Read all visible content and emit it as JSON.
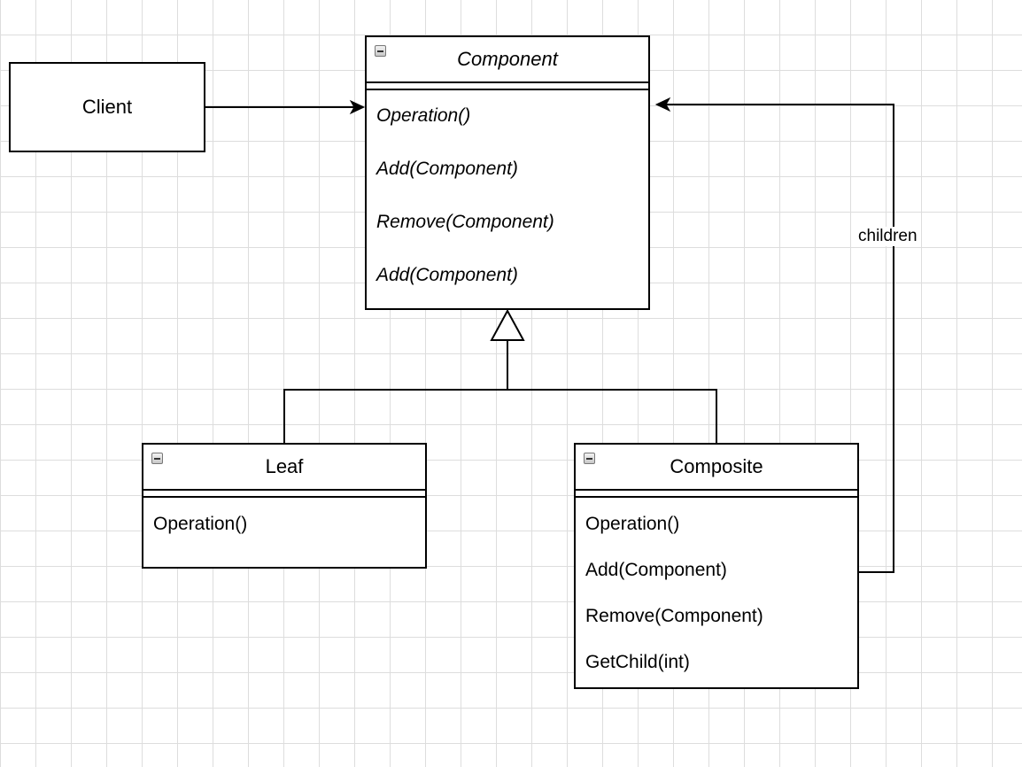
{
  "client": {
    "label": "Client"
  },
  "component": {
    "title": "Component",
    "methods": [
      "Operation()",
      "Add(Component)",
      "Remove(Component)",
      "Add(Component)"
    ]
  },
  "leaf": {
    "title": "Leaf",
    "methods": [
      "Operation()"
    ]
  },
  "composite": {
    "title": "Composite",
    "methods": [
      "Operation()",
      "Add(Component)",
      "Remove(Component)",
      "GetChild(int)"
    ]
  },
  "edges": {
    "children_label": "children"
  }
}
